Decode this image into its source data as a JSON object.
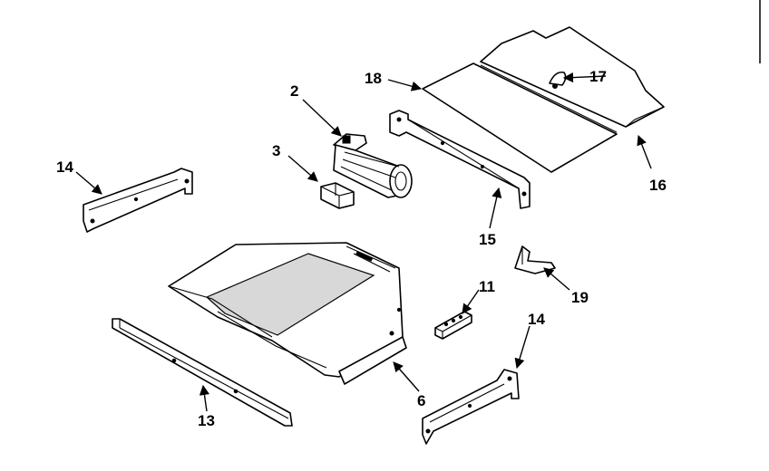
{
  "callouts": {
    "c2": "2",
    "c3": "3",
    "c6": "6",
    "c11": "11",
    "c13": "13",
    "c14_left": "14",
    "c14_right": "14",
    "c15": "15",
    "c16": "16",
    "c17": "17",
    "c18": "18",
    "c19": "19"
  },
  "colors": {
    "line": "#000000",
    "background": "#ffffff"
  }
}
